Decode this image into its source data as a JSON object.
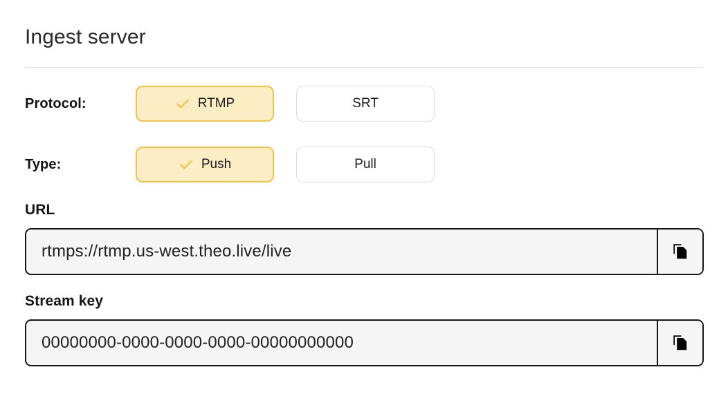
{
  "header": {
    "title": "Ingest server"
  },
  "protocol": {
    "label": "Protocol:",
    "options": [
      {
        "label": "RTMP",
        "selected": true,
        "icon": "check-icon"
      },
      {
        "label": "SRT",
        "selected": false
      }
    ]
  },
  "type": {
    "label": "Type:",
    "options": [
      {
        "label": "Push",
        "selected": true,
        "icon": "check-icon"
      },
      {
        "label": "Pull",
        "selected": false
      }
    ]
  },
  "url_field": {
    "label": "URL",
    "value": "rtmps://rtmp.us-west.theo.live/live",
    "copy_icon": "copy-icon"
  },
  "stream_key_field": {
    "label": "Stream key",
    "value": "00000000-0000-0000-0000-00000000000",
    "copy_icon": "copy-icon"
  },
  "colors": {
    "accent": "#f2c14e",
    "accent_fill": "#fcedc5",
    "field_bg": "#f5f5f5",
    "field_border": "#161616",
    "divider": "#e2e2e2",
    "text": "#1a1a1a"
  }
}
